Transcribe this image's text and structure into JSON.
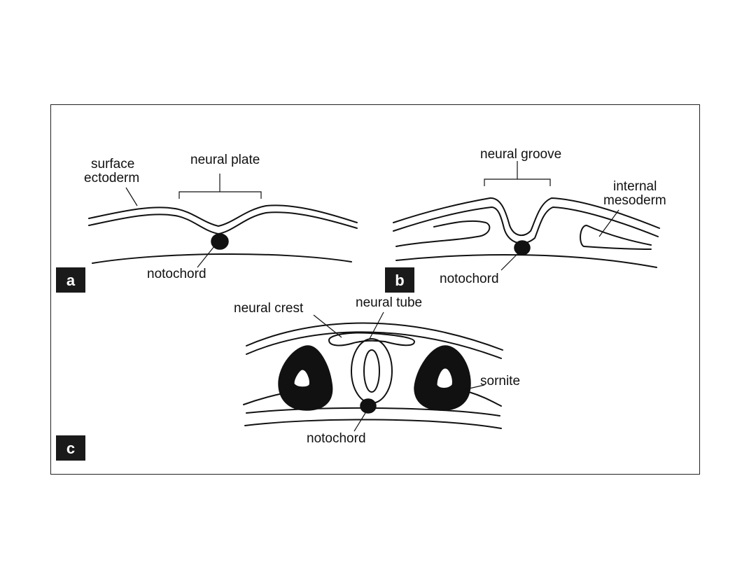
{
  "figure": {
    "panel_a": {
      "letter": "a",
      "labels": {
        "surface_ectoderm_line1": "surface",
        "surface_ectoderm_line2": "ectoderm",
        "neural_plate": "neural plate",
        "notochord": "notochord"
      }
    },
    "panel_b": {
      "letter": "b",
      "labels": {
        "neural_groove": "neural groove",
        "internal_mesoderm_line1": "internal",
        "internal_mesoderm_line2": "mesoderm",
        "notochord": "notochord"
      }
    },
    "panel_c": {
      "letter": "c",
      "labels": {
        "neural_crest": "neural crest",
        "neural_tube": "neural tube",
        "somite": "sornite",
        "notochord": "notochord"
      }
    },
    "colors": {
      "ink": "#111111",
      "letter_box": "#1a1a1a",
      "background": "#ffffff"
    }
  }
}
